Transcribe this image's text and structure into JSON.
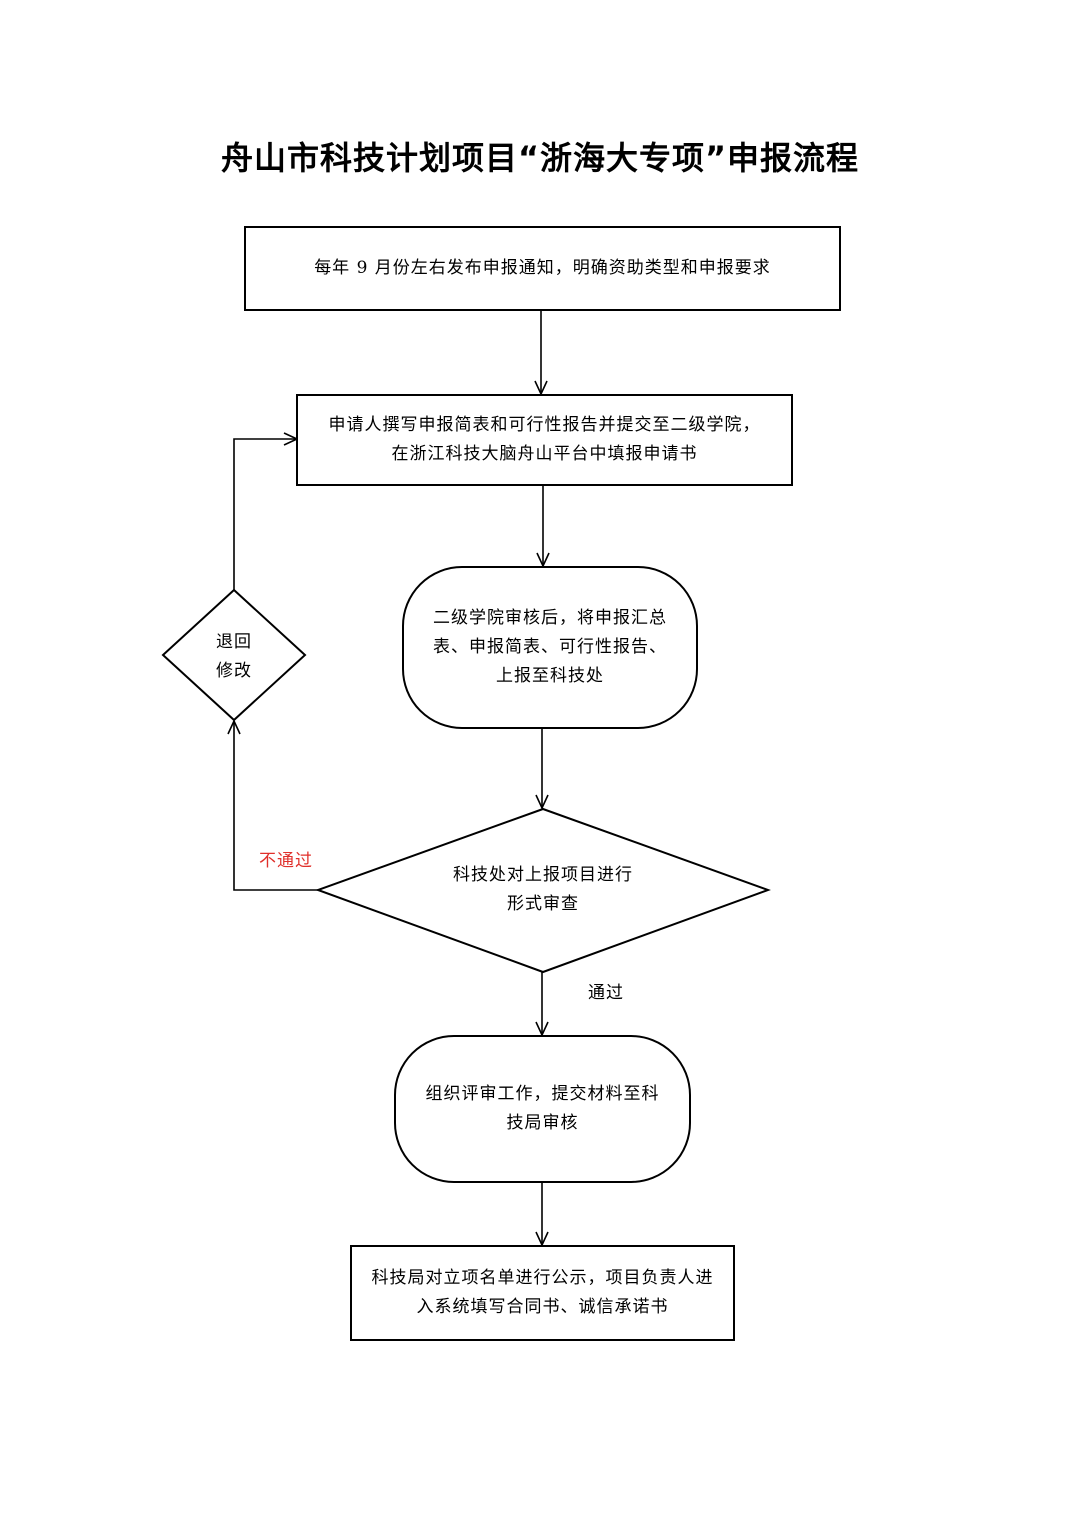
{
  "title": "舟山市科技计划项目“浙海大专项”申报流程",
  "steps": {
    "notice": "每年 9 月份左右发布申报通知，明确资助类型和申报要求",
    "apply": {
      "line1": "申请人撰写申报简表和可行性报告并提交至二级学院，",
      "line2": "在浙江科技大脑舟山平台中填报申请书"
    },
    "college": {
      "line1": "二级学院审核后，将申报汇总",
      "line2": "表、申报简表、可行性报告、",
      "line3": "上报至科技处"
    },
    "review": {
      "line1": "科技处对上报项目进行",
      "line2": "形式审查"
    },
    "return": {
      "line1": "退回",
      "line2": "修改"
    },
    "evaluate": {
      "line1": "组织评审工作，提交材料至科",
      "line2": "技局审核"
    },
    "publicize": {
      "line1": "科技局对立项名单进行公示，项目负责人进",
      "line2": "入系统填写合同书、诚信承诺书"
    }
  },
  "edges": {
    "fail_label": "不通过",
    "pass_label": "通过"
  },
  "colors": {
    "line": "#000000",
    "fail_label": "#e0302b"
  }
}
